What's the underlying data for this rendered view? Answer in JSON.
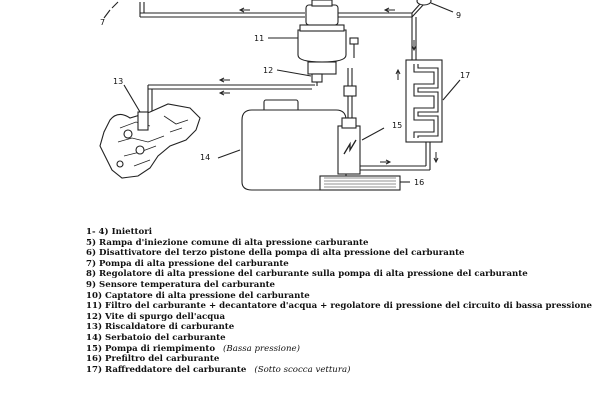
{
  "callouts": {
    "c7": "7",
    "c9": "9",
    "c11": "11",
    "c12": "12",
    "c13": "13",
    "c14": "14",
    "c15": "15",
    "c16": "16",
    "c17": "17"
  },
  "legend": [
    {
      "text": "1- 4) Iniettori"
    },
    {
      "text": "5) Rampa d'iniezione comune di alta pressione carburante"
    },
    {
      "text": "6) Disattivatore del terzo pistone della pompa di alta pressione del carburante"
    },
    {
      "text": "7) Pompa di alta pressione del carburante"
    },
    {
      "text": "8) Regolatore di alta pressione del carburante sulla pompa di alta pressione del carburante"
    },
    {
      "text": "9) Sensore temperatura del carburante"
    },
    {
      "text": "10) Captatore di alta pressione del carburante"
    },
    {
      "text": "11) Filtro del carburante + decantatore d'acqua + regolatore di pressione del circuito di bassa pressione"
    },
    {
      "text": "12) Vite di spurgo dell'acqua"
    },
    {
      "text": "13) Riscaldatore di carburante"
    },
    {
      "text": "14) Serbatoio del carburante"
    },
    {
      "text": "15) Pompa di riempimento",
      "note": "(Bassa pressione)"
    },
    {
      "text": "16) Prefiltro del carburante"
    },
    {
      "text": "17) Raffreddatore del carburante",
      "note": "(Sotto scocca vettura)"
    }
  ]
}
